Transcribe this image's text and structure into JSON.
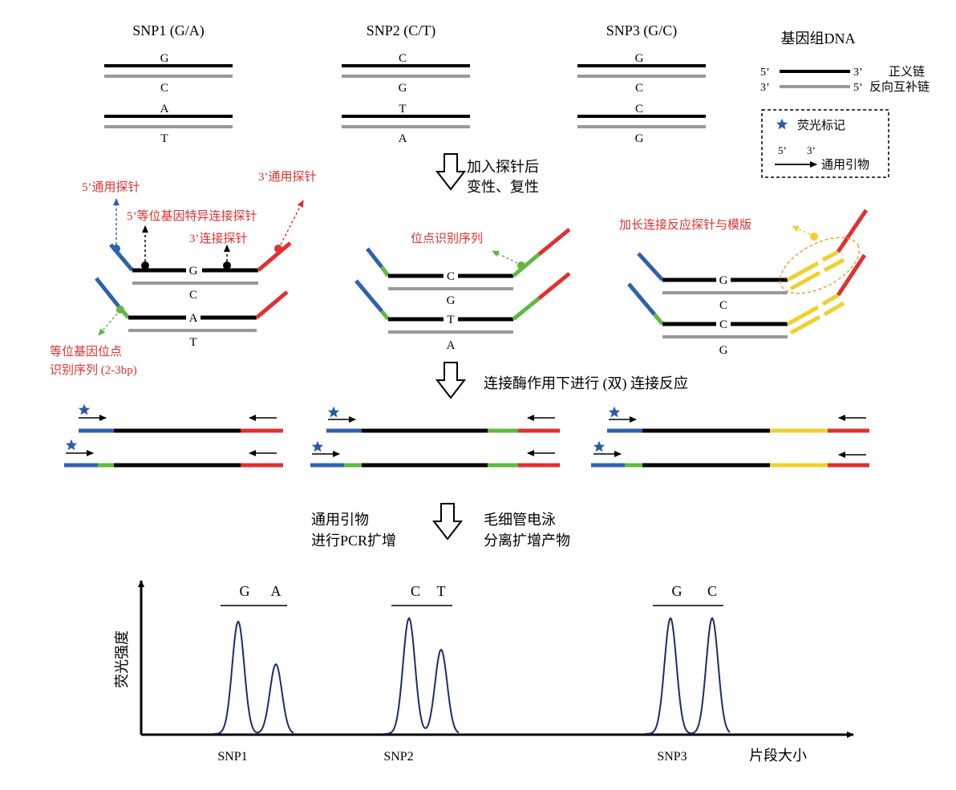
{
  "colors": {
    "black": "#000000",
    "gray": "#999999",
    "red": "#e03030",
    "blue": "#3060b0",
    "green": "#60b840",
    "yellow": "#f0d030",
    "orange_ellipse": "#e8a040",
    "peak": "#1c2c6c",
    "label_red": "#e03030"
  },
  "genome": {
    "snp1_title": "SNP1 (G/A)",
    "snp2_title": "SNP2 (C/T)",
    "snp3_title": "SNP3 (G/C)",
    "snp1_bases": [
      "G",
      "C",
      "A",
      "T"
    ],
    "snp2_bases": [
      "C",
      "G",
      "T",
      "A"
    ],
    "snp3_bases": [
      "G",
      "C",
      "C",
      "G"
    ]
  },
  "legend": {
    "title": "基因组DNA",
    "sense_5": "5’",
    "sense_3": "3’",
    "sense_label": "正义链",
    "anti_3": "3’",
    "anti_5": "5’",
    "anti_label": "反向互补链",
    "fluor_label": "荧光标记",
    "primer_5": "5’",
    "primer_3": "3’",
    "primer_label": "通用引物"
  },
  "steps": {
    "step1_line1": "加入探针后",
    "step1_line2": "变性、复性",
    "step2": "连接酶作用下进行 (双) 连接反应",
    "step3_left_line1": "通用引物",
    "step3_left_line2": "进行PCR扩增",
    "step3_right_line1": "毛细管电泳",
    "step3_right_line2": "分离扩增产物"
  },
  "probes": {
    "snp1_bases": [
      "G",
      "C",
      "A",
      "T"
    ],
    "snp2_bases": [
      "C",
      "G",
      "T",
      "A"
    ],
    "snp3_bases": [
      "G",
      "C",
      "C",
      "G"
    ],
    "label_5_universal": "5’通用探针",
    "label_3_universal": "3’通用探针",
    "label_5_allele": "5’等位基因特异连接探针",
    "label_3_ligation": "3’连接探针",
    "label_allele_site_line1": "等位基因位点",
    "label_allele_site_line2": "识别序列 (2-3bp)",
    "label_site_recog": "位点识别序列",
    "label_extension": "加长连接反应探针与模版"
  },
  "chart_data": {
    "type": "line",
    "ylabel": "荧光强度",
    "xlabel": "片段大小",
    "x_categories": [
      "SNP1",
      "SNP2",
      "SNP3"
    ],
    "groups": [
      {
        "name": "SNP1",
        "alleles": [
          "G",
          "A"
        ],
        "peak_heights": [
          1.0,
          0.62
        ]
      },
      {
        "name": "SNP2",
        "alleles": [
          "C",
          "T"
        ],
        "peak_heights": [
          1.03,
          0.75
        ]
      },
      {
        "name": "SNP3",
        "alleles": [
          "G",
          "C"
        ],
        "peak_heights": [
          1.03,
          1.03
        ]
      }
    ]
  }
}
